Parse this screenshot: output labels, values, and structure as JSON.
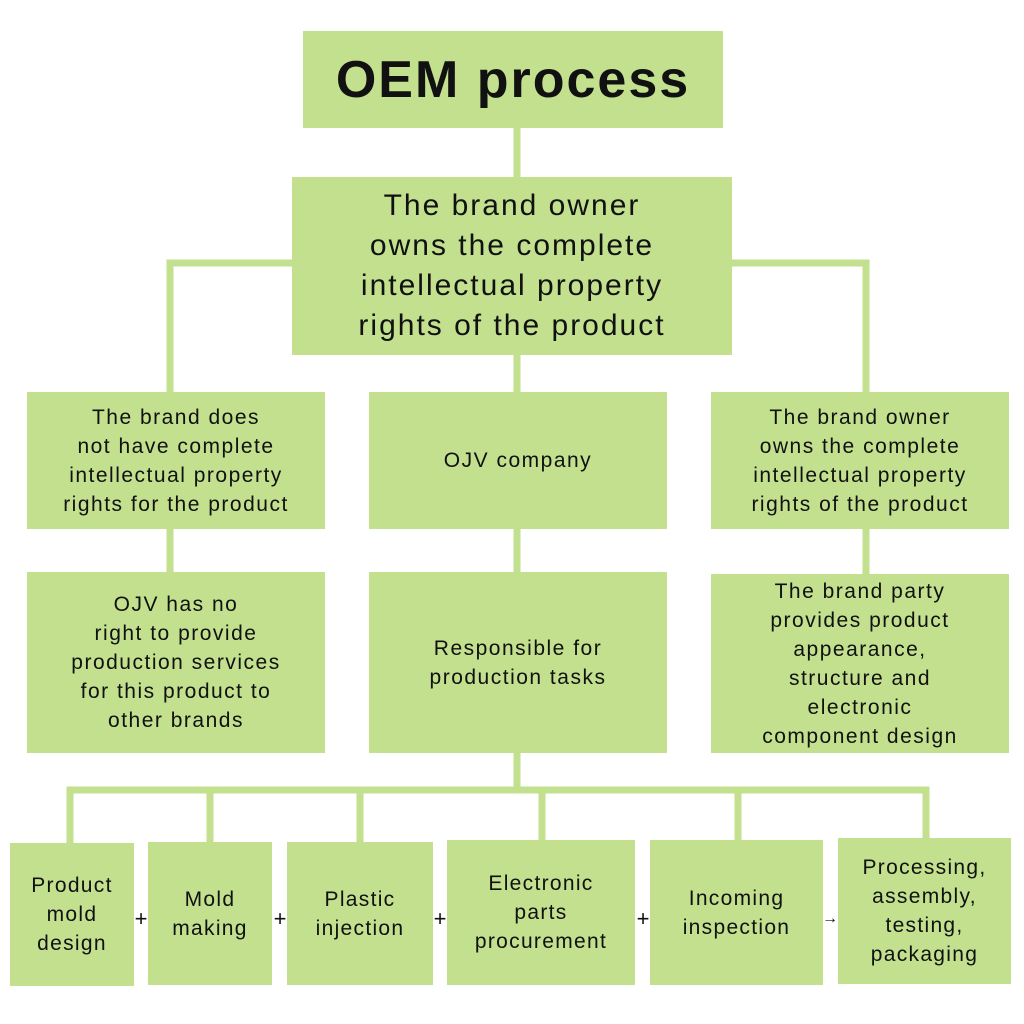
{
  "title": "OEM process",
  "root": {
    "text": "The brand owner\nowns the complete\nintellectual property\nrights of the product"
  },
  "branches": [
    {
      "head": "The brand does\nnot have complete\nintellectual property\nrights for the product",
      "detail": "OJV  has no\nright to provide\nproduction services\nfor this product to\nother brands"
    },
    {
      "head": "OJV company",
      "detail": "Responsible for\nproduction tasks"
    },
    {
      "head": "The brand owner\nowns the complete\nintellectual property\nrights of the product",
      "detail": "The brand party\nprovides product\nappearance,\nstructure and\nelectronic\ncomponent design"
    }
  ],
  "steps": [
    "Product\nmold\ndesign",
    "Mold\nmaking",
    "Plastic\ninjection",
    "Electronic\nparts\nprocurement",
    "Incoming\ninspection",
    "Processing,\nassembly,\ntesting,\npackaging"
  ],
  "step_joiners": [
    "+",
    "+",
    "+",
    "+",
    "→"
  ],
  "colors": {
    "box_fill": "#c2e08e",
    "connector": "#c2e08e",
    "text": "#111111"
  }
}
